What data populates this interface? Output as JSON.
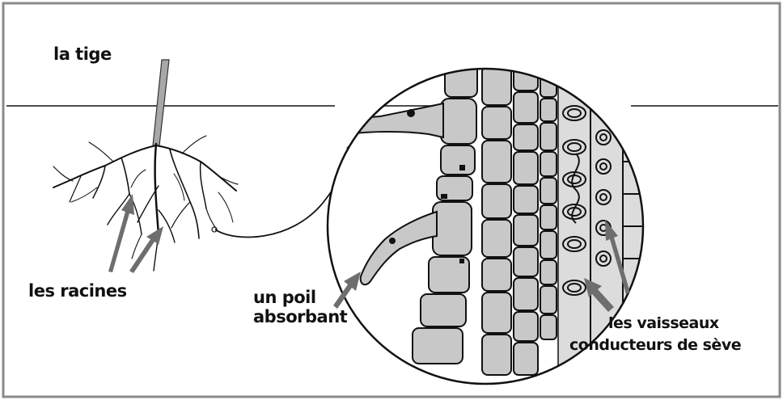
{
  "labels": {
    "stem": "la tige",
    "roots": "les racines",
    "root_hair_line1": "un poil",
    "root_hair_line2": "absorbant",
    "vessels_line1": "les vaisseaux",
    "vessels_line2": "conducteurs de sève"
  },
  "colors": {
    "border": "#8a8a8a",
    "ink": "#111111",
    "cell_fill": "#c8c8c8",
    "arrow_fill": "#6e6e6e",
    "background": "#ffffff"
  }
}
